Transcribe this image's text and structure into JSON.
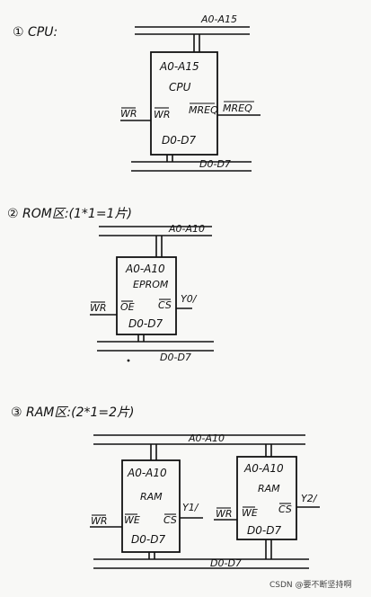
{
  "section1": {
    "heading": "① CPU:",
    "bus_addr": "A0-A15",
    "chip_addr": "A0-A15",
    "chip_name": "CPU",
    "pin_wr": "WR",
    "ext_wr": "WR",
    "pin_mreq": "MREQ",
    "ext_mreq": "MREQ",
    "chip_data": "D0-D7",
    "bus_data": "D0-D7"
  },
  "section2": {
    "heading": "② ROM区:(1*1=1片)",
    "bus_addr": "A0-A10",
    "chip_addr": "A0-A10",
    "chip_name": "EPROM",
    "ext_wr": "WR",
    "pin_oe": "OE",
    "pin_cs": "CS",
    "cs_signal": "Y0/",
    "chip_data": "D0-D7",
    "bus_data": "D0-D7"
  },
  "section3": {
    "heading": "③ RAM区:(2*1=2片)",
    "bus_addr": "A0-A10",
    "bus_data": "D0-D7",
    "chips": [
      {
        "addr": "A0-A10",
        "name": "RAM",
        "pin_we": "WE",
        "ext_wr": "WR",
        "pin_cs": "CS",
        "cs_signal": "Y1/",
        "data": "D0-D7"
      },
      {
        "addr": "A0-A10",
        "name": "RAM",
        "pin_we": "WE",
        "ext_wr": "WR",
        "pin_cs": "CS",
        "cs_signal": "Y2/",
        "data": "D0-D7"
      }
    ]
  },
  "watermark": "CSDN @要不断坚持啊"
}
